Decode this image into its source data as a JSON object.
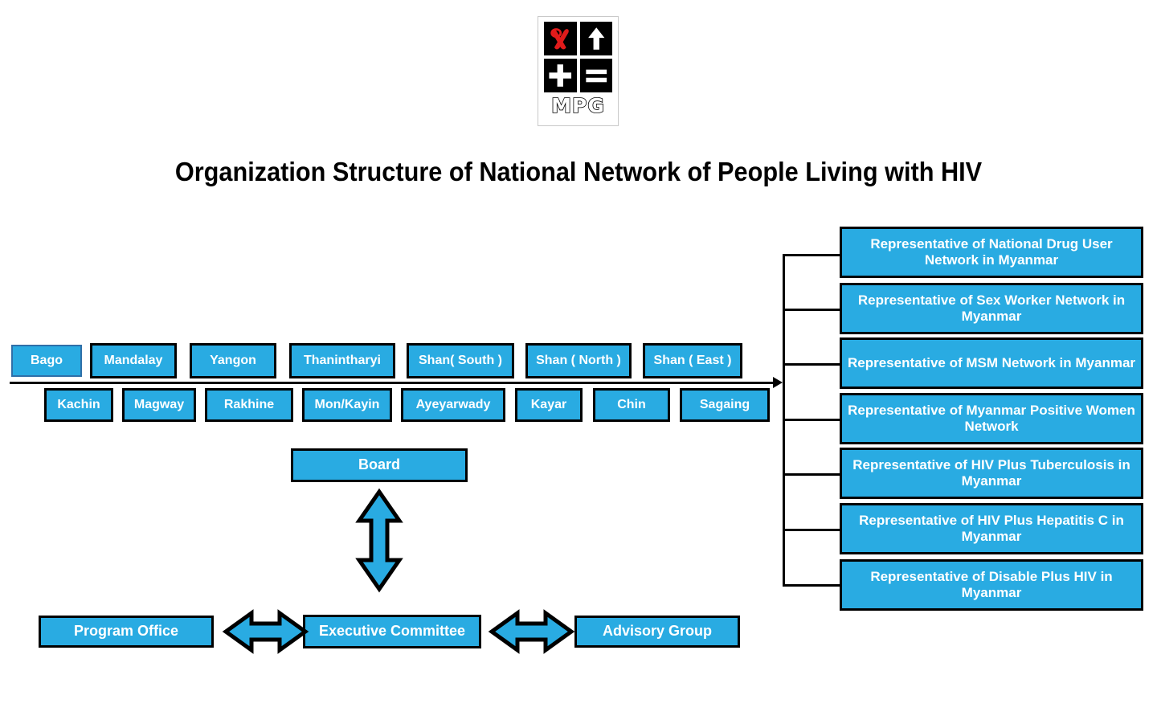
{
  "logo": {
    "name": "mpg-logo",
    "cells": [
      {
        "icon": "red-aids-ribbon-icon"
      },
      {
        "icon": "up-arrow-icon"
      },
      {
        "icon": "plus-sign-icon"
      },
      {
        "icon": "equals-sign-icon"
      }
    ],
    "text": "MPG"
  },
  "title": "Organization Structure of National Network of People Living with HIV",
  "colors": {
    "box_fill": "#29ABE2",
    "box_border": "#000000",
    "box_text": "#FFFFFF",
    "title_text": "#000000",
    "ribbon_red": "#E01B1B",
    "bago_border": "#2F6FA8"
  },
  "regions": {
    "row1": [
      {
        "label": "Bago"
      },
      {
        "label": "Mandalay"
      },
      {
        "label": "Yangon"
      },
      {
        "label": "Thanintharyi"
      },
      {
        "label": "Shan( South )"
      },
      {
        "label": "Shan ( North )"
      },
      {
        "label": "Shan ( East )"
      }
    ],
    "row2": [
      {
        "label": "Kachin"
      },
      {
        "label": "Magway"
      },
      {
        "label": "Rakhine"
      },
      {
        "label": "Mon/Kayin"
      },
      {
        "label": "Ayeyarwady"
      },
      {
        "label": "Kayar"
      },
      {
        "label": "Chin"
      },
      {
        "label": "Sagaing"
      }
    ]
  },
  "representatives": [
    {
      "label": "Representative of National Drug User Network in Myanmar"
    },
    {
      "label": "Representative of Sex Worker Network in Myanmar"
    },
    {
      "label": "Representative of MSM Network in Myanmar"
    },
    {
      "label": "Representative of Myanmar Positive Women Network"
    },
    {
      "label": "Representative of HIV Plus Tuberculosis in Myanmar"
    },
    {
      "label": "Representative of HIV Plus Hepatitis C in Myanmar"
    },
    {
      "label": "Representative of Disable Plus HIV in Myanmar"
    }
  ],
  "units": {
    "board": "Board",
    "program_office": "Program Office",
    "executive_committee": "Executive Committee",
    "advisory_group": "Advisory Group"
  },
  "connectors": {
    "board_to_exec": "vertical-double-arrow",
    "program_to_exec": "horizontal-double-arrow",
    "exec_to_advisory": "horizontal-double-arrow",
    "regions_to_reps": "bracket-with-right-arrow"
  }
}
